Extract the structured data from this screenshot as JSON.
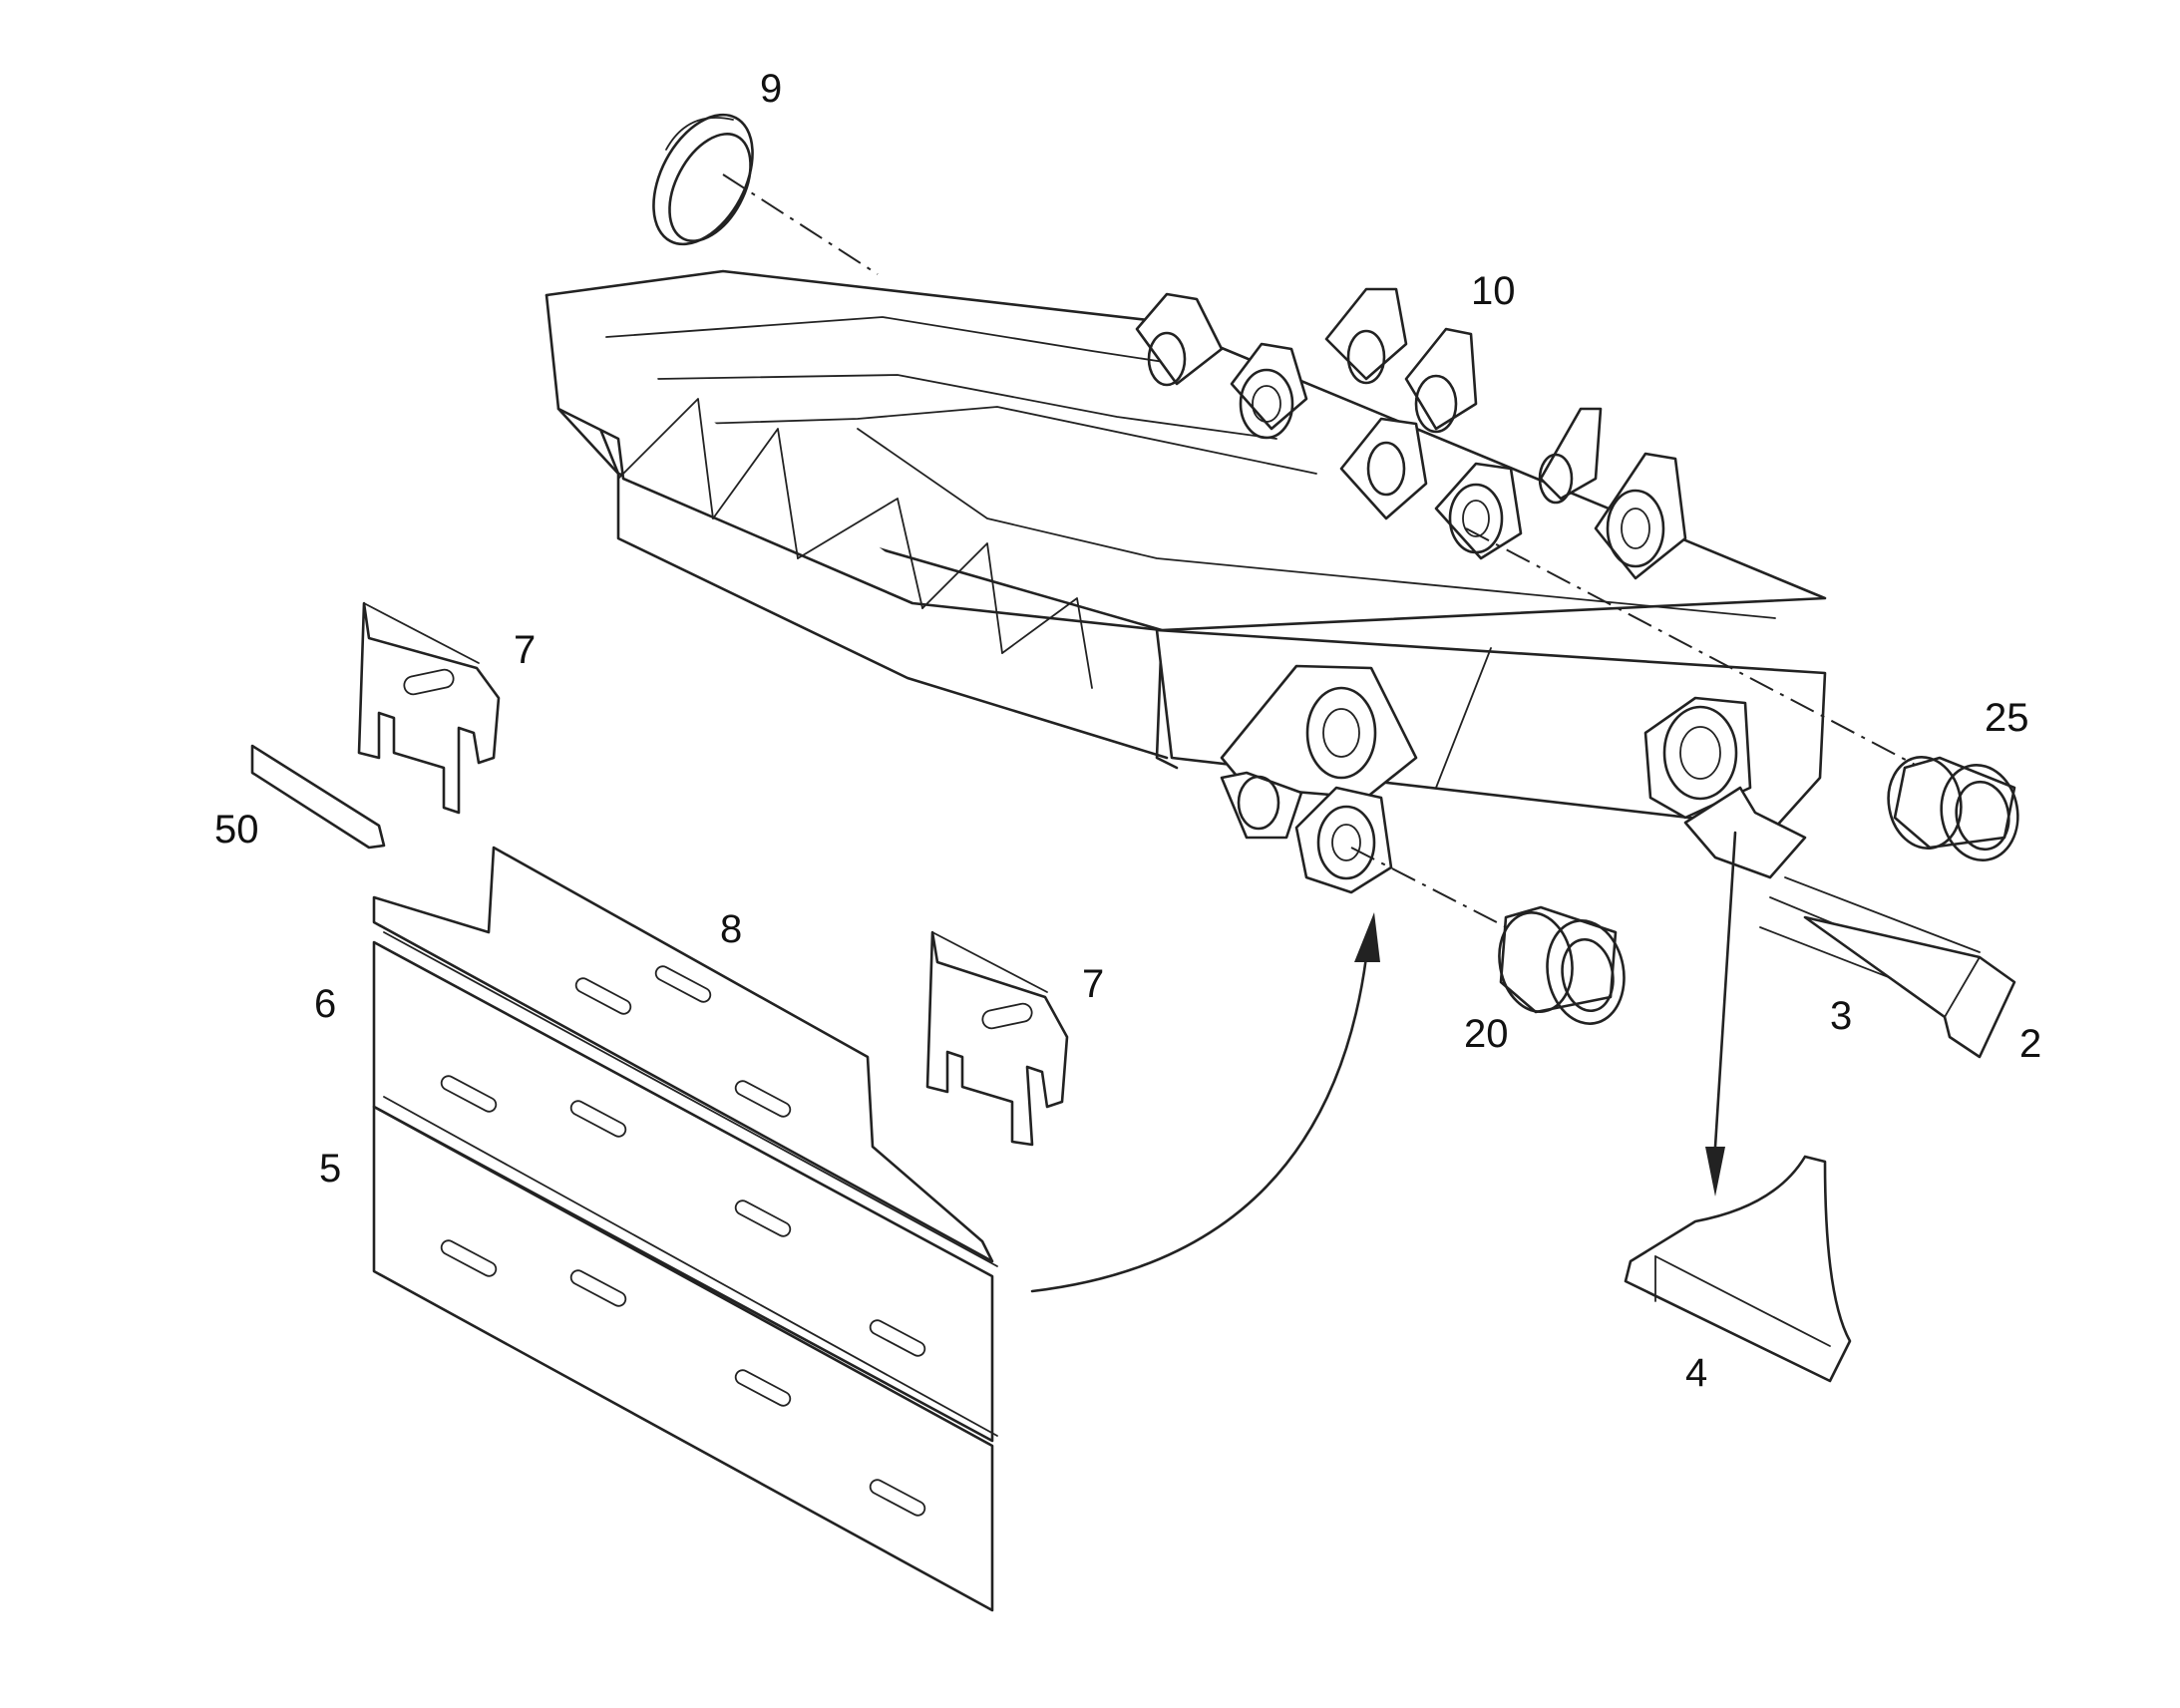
{
  "colors": {
    "line": "#222222",
    "background": "#ffffff"
  },
  "callouts": [
    {
      "id": "9",
      "text": "9"
    },
    {
      "id": "10",
      "text": "10"
    },
    {
      "id": "7a",
      "text": "7"
    },
    {
      "id": "50",
      "text": "50"
    },
    {
      "id": "25",
      "text": "25"
    },
    {
      "id": "8",
      "text": "8"
    },
    {
      "id": "6",
      "text": "6"
    },
    {
      "id": "7b",
      "text": "7"
    },
    {
      "id": "20",
      "text": "20"
    },
    {
      "id": "3",
      "text": "3"
    },
    {
      "id": "2",
      "text": "2"
    },
    {
      "id": "5",
      "text": "5"
    },
    {
      "id": "4",
      "text": "4"
    }
  ]
}
